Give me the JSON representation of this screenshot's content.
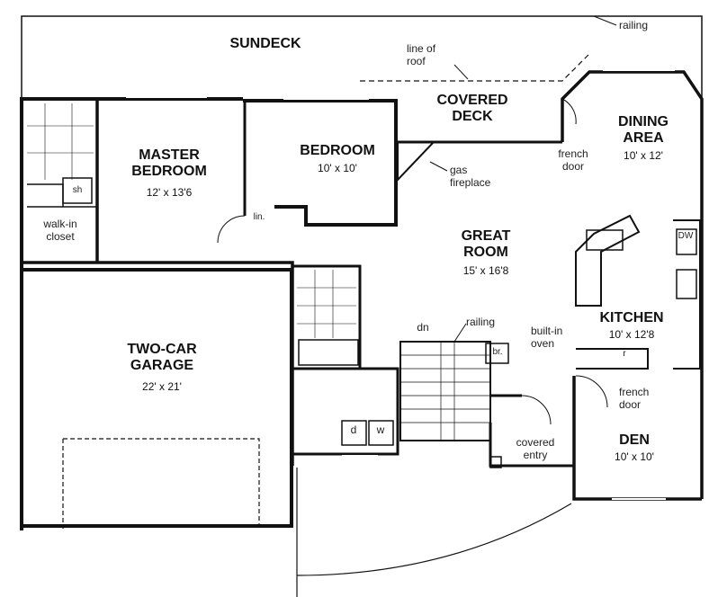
{
  "rooms": {
    "sundeck": {
      "name": "SUNDECK"
    },
    "covered_deck": {
      "name": "COVERED\nDECK"
    },
    "dining": {
      "name": "DINING\nAREA",
      "size": "10' x 12'"
    },
    "master": {
      "name": "MASTER\nBEDROOM",
      "size": "12' x 13'6"
    },
    "bedroom": {
      "name": "BEDROOM",
      "size": "10' x 10'"
    },
    "great": {
      "name": "GREAT\nROOM",
      "size": "15' x 16'8"
    },
    "kitchen": {
      "name": "KITCHEN",
      "size": "10' x 12'8"
    },
    "garage": {
      "name": "TWO-CAR\nGARAGE",
      "size": "22' x 21'"
    },
    "den": {
      "name": "DEN",
      "size": "10' x 10'"
    }
  },
  "notes": {
    "railing_top": "railing",
    "line_of_roof": "line of\nroof",
    "french_door_dining": "french\ndoor",
    "gas_fireplace": "gas\nfireplace",
    "walk_in_closet": "walk-in\ncloset",
    "shower": "sh",
    "linen": "lin.",
    "dn": "dn",
    "railing_stair": "railing",
    "broom": "br.",
    "built_in_oven": "built-in\noven",
    "dw": "DW",
    "fridge": "r",
    "french_door_den": "french\ndoor",
    "covered_entry": "covered\nentry",
    "dryer": "d",
    "washer": "w"
  }
}
